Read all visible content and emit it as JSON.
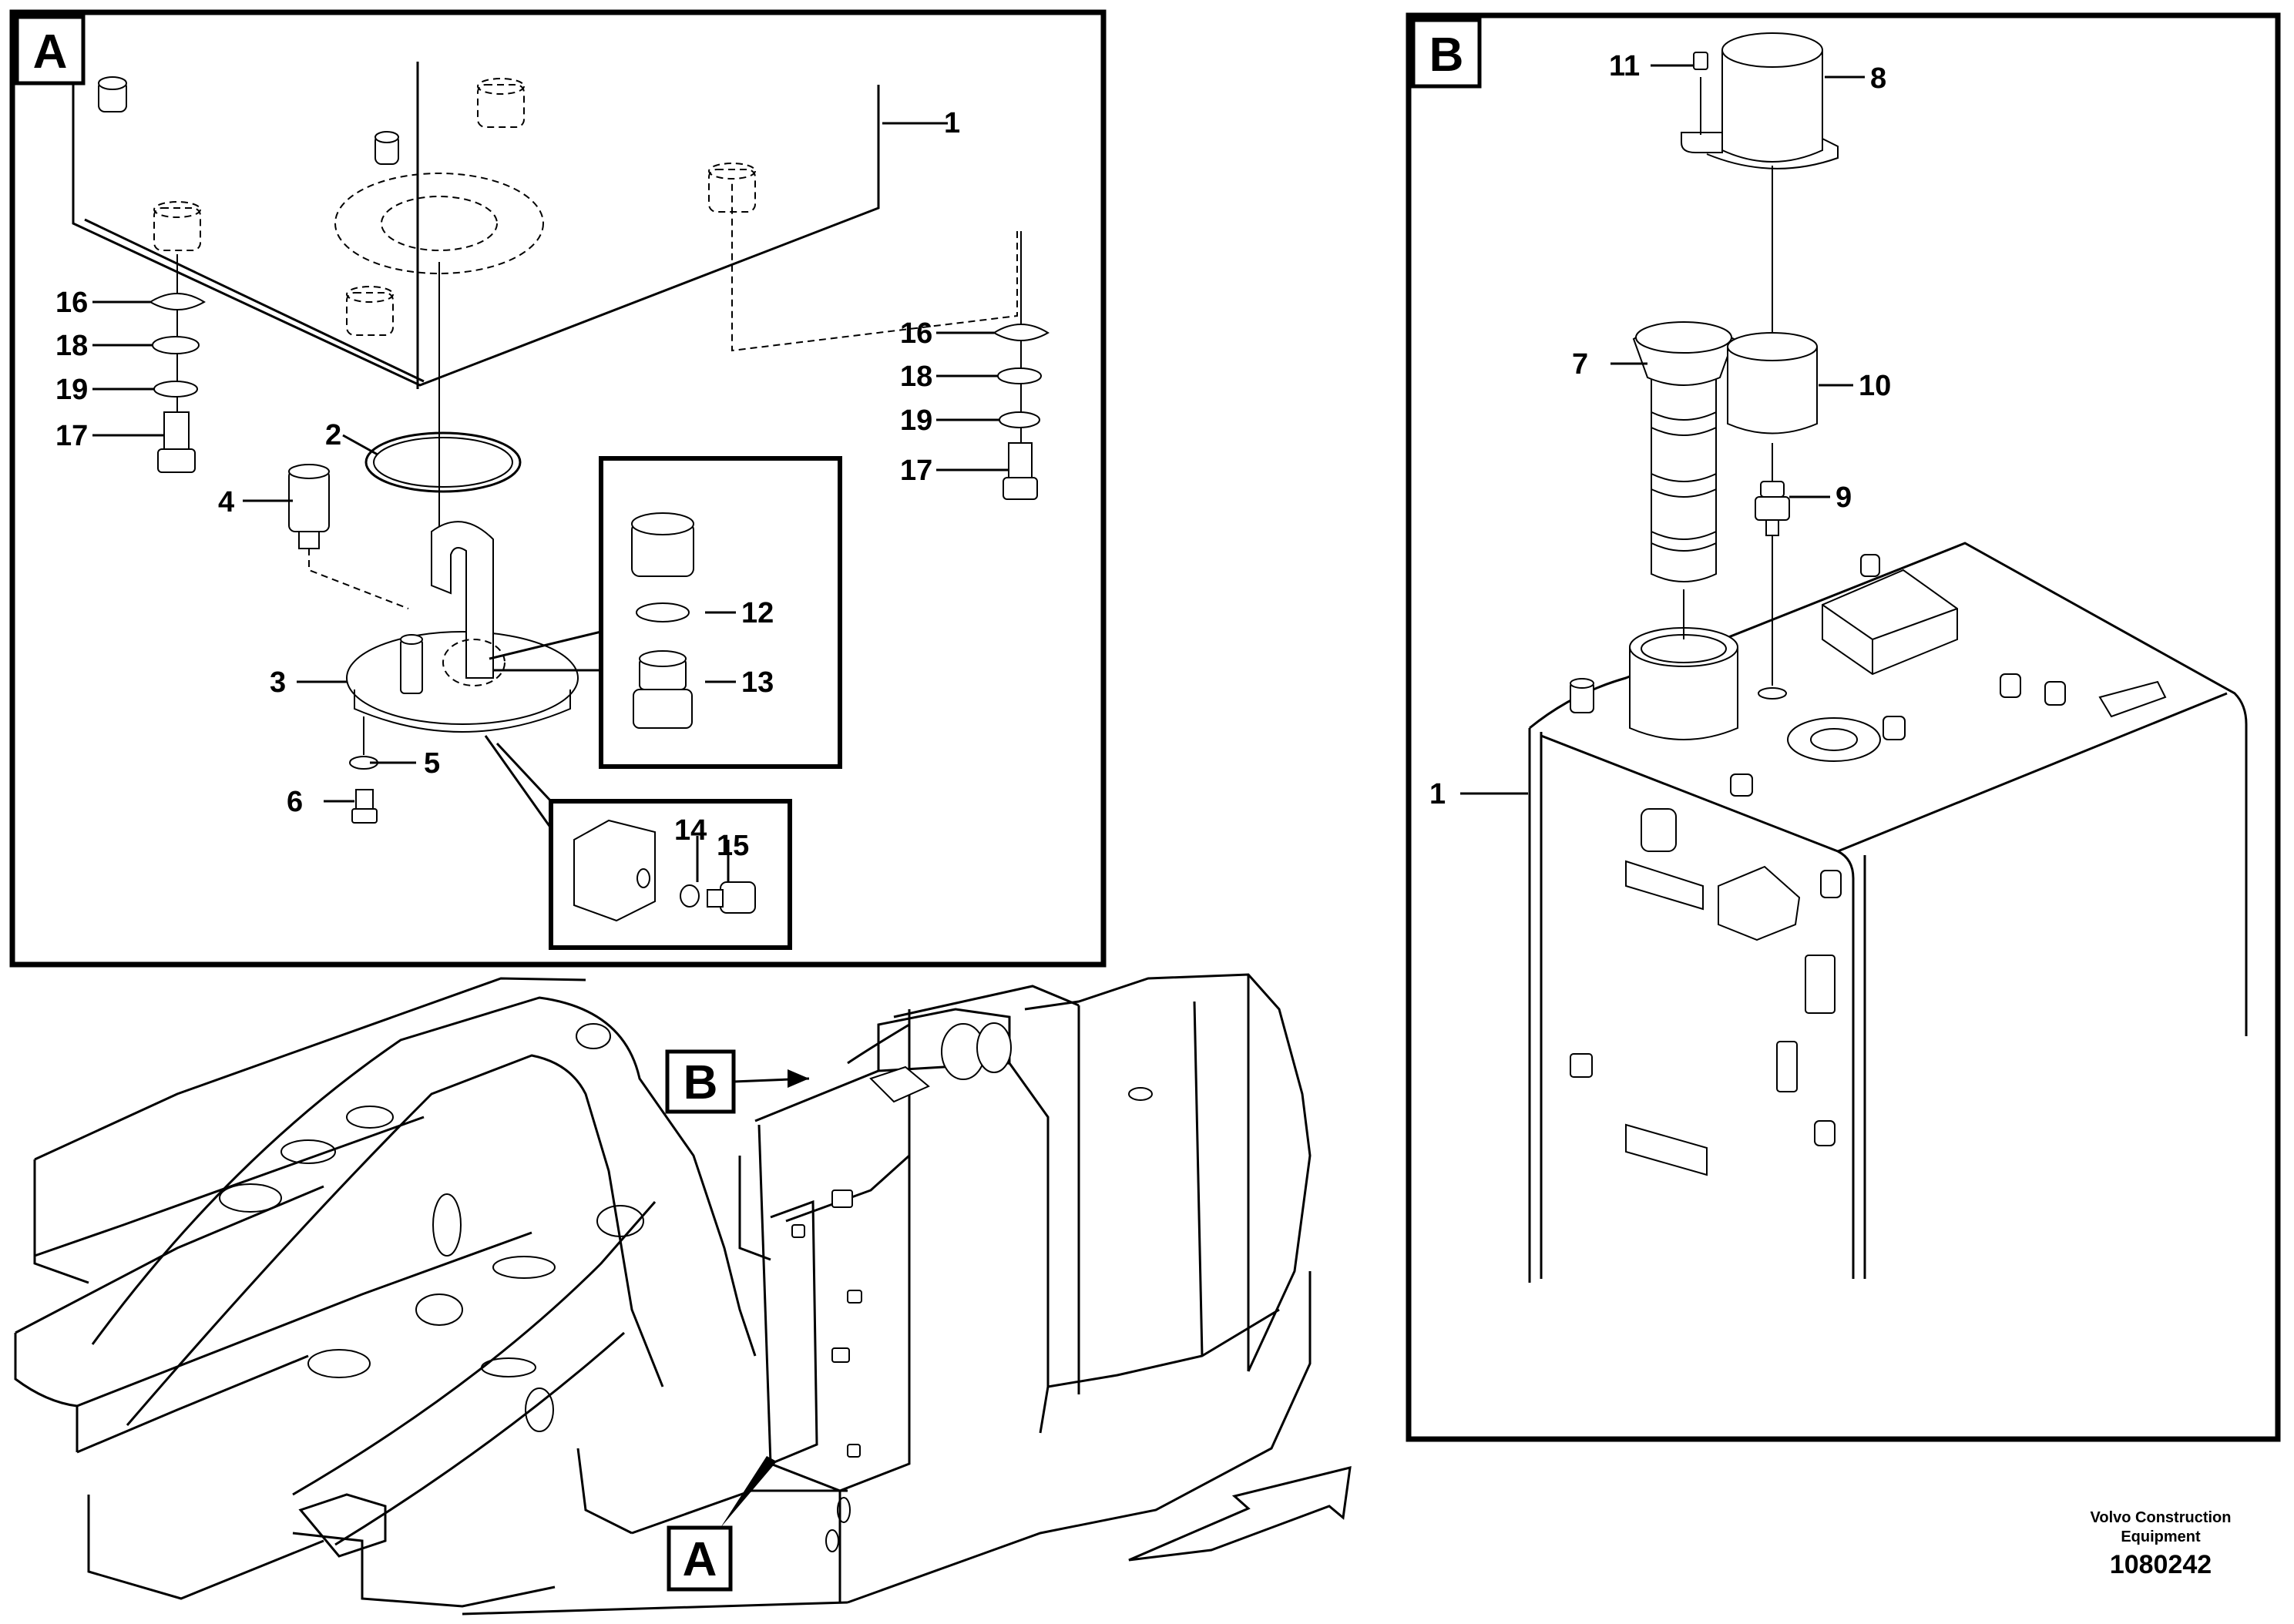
{
  "views": {
    "a": {
      "letter": "A"
    },
    "b": {
      "letter": "B"
    }
  },
  "callouts": {
    "a_1": "1",
    "a_2": "2",
    "a_3": "3",
    "a_4": "4",
    "a_5": "5",
    "a_6": "6",
    "a_12": "12",
    "a_13": "13",
    "a_14": "14",
    "a_15": "15",
    "a_16_left": "16",
    "a_18_left": "18",
    "a_19_left": "19",
    "a_17_left": "17",
    "a_16_right": "16",
    "a_18_right": "18",
    "a_19_right": "19",
    "a_17_right": "17",
    "b_1": "1",
    "b_7": "7",
    "b_8": "8",
    "b_9": "9",
    "b_10": "10",
    "b_11": "11"
  },
  "machine_tags": {
    "b": "B",
    "a": "A"
  },
  "footer": {
    "company_line1": "Volvo Construction",
    "company_line2": "Equipment",
    "drawing_number": "1080242"
  }
}
